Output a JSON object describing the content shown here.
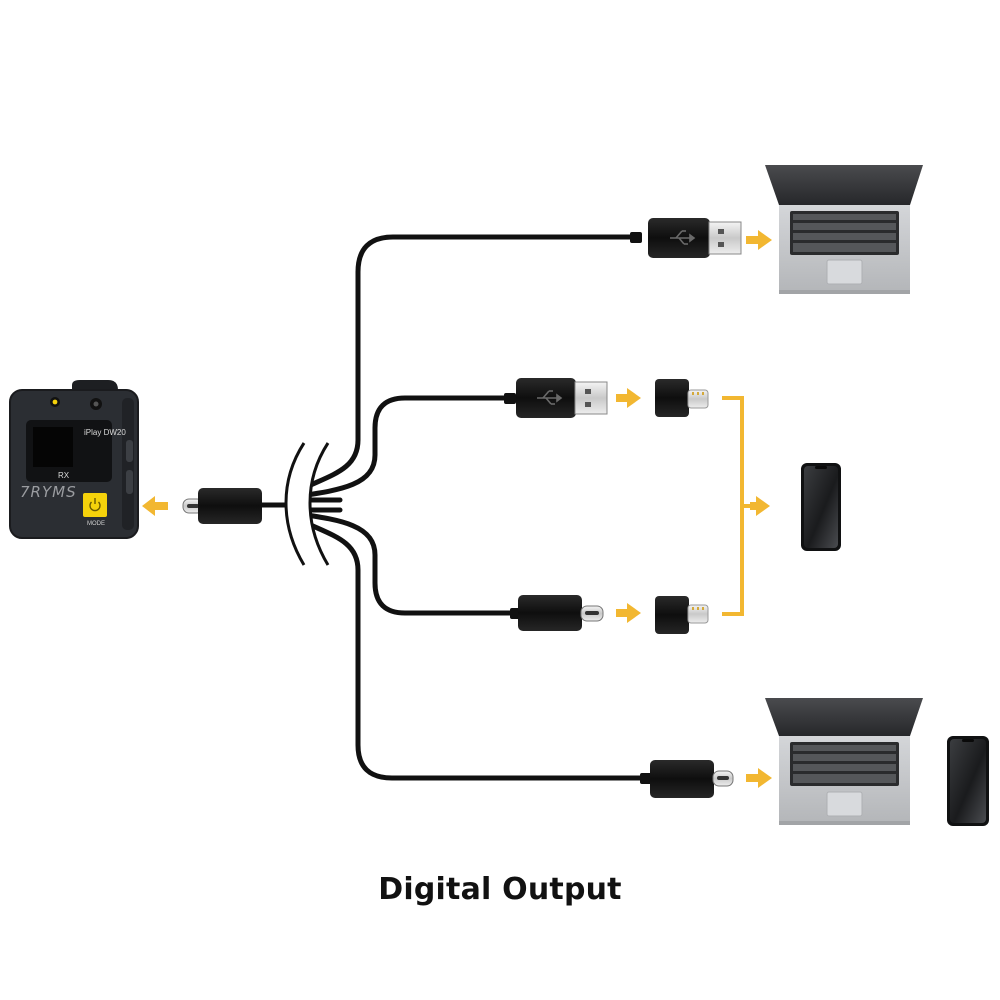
{
  "caption": "Digital Output",
  "receiver": {
    "model": "iPlay DW20",
    "channel": "RX",
    "brand": "7RYMS",
    "button_label": "MODE"
  },
  "colors": {
    "arrow": "#f2b731",
    "cable": "#111111",
    "bracket": "#f2b731",
    "device_body": "#2b2e33",
    "button": "#f5d20b",
    "laptop": "#c6c8cb"
  },
  "icons": {
    "usb": "usb-trident-icon",
    "power": "power-icon"
  },
  "outputs": [
    {
      "connector": "USB-A",
      "target": "laptop"
    },
    {
      "connector": "USB-A",
      "adapter": "Lightning",
      "target": "phone"
    },
    {
      "connector": "USB-C",
      "adapter": "Lightning",
      "target": "phone"
    },
    {
      "connector": "USB-C",
      "target": "laptop-and-phone"
    }
  ]
}
